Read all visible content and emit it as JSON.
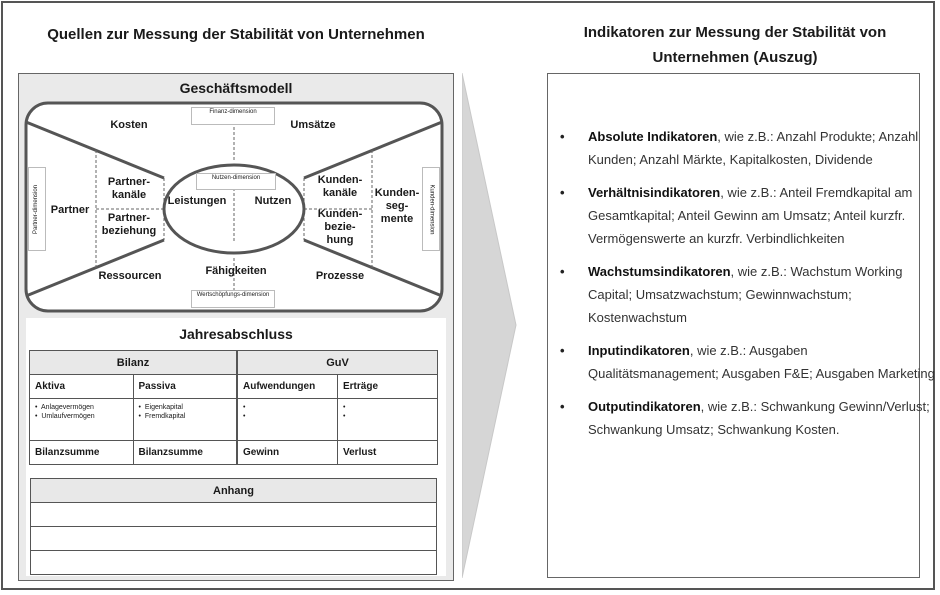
{
  "left_title": "Quellen zur Messung der Stabilität von Unternehmen",
  "right_title": "Indikatoren zur Messung der Stabilität von Unternehmen (Auszug)",
  "business_model": {
    "title": "Geschäftsmodell",
    "kosten": "Kosten",
    "umsaetze": "Umsätze",
    "partner": "Partner",
    "partnerkanaele": "Partner-kanäle",
    "partnerbeziehung": "Partner-beziehung",
    "leistungen": "Leistungen",
    "nutzen": "Nutzen",
    "kundenkanaele": "Kunden-kanäle",
    "kundenbeziehung": "Kunden-bezie-hung",
    "kundensegmente": "Kunden-seg-mente",
    "ressourcen": "Ressourcen",
    "faehigkeiten": "Fähigkeiten",
    "prozesse": "Prozesse",
    "finanzdimension": "Finanz-dimension",
    "nutzendimension": "Nutzen-dimension",
    "wertschoepfungsdimension": "Wertschöpfungs-dimension",
    "partnerdimension": "Partner-dimension",
    "kundendimension": "Kunden-dimension"
  },
  "annual_statement": {
    "title": "Jahresabschluss",
    "bilanz": {
      "title": "Bilanz",
      "aktiva": "Aktiva",
      "passiva": "Passiva",
      "aktiva_items": [
        "Anlagevermögen",
        "Umlaufvermögen"
      ],
      "passiva_items": [
        "Eigenkapital",
        "Fremdkapital"
      ],
      "sum_left": "Bilanzsumme",
      "sum_right": "Bilanzsumme"
    },
    "guv": {
      "title": "GuV",
      "aufwendungen": "Aufwendungen",
      "ertraege": "Erträge",
      "gewinn": "Gewinn",
      "verlust": "Verlust"
    },
    "anhang": "Anhang"
  },
  "indicators": [
    {
      "heading": "Absolute Indikatoren",
      "text": ", wie z.B.: Anzahl Produkte; Anzahl Kunden; Anzahl Märkte, Kapitalkosten, Dividende"
    },
    {
      "heading": "Verhältnisindikatoren",
      "text": ", wie z.B.: Anteil Fremdkapital am Gesamtkapital; Anteil Gewinn am Umsatz; Anteil kurzfr. Vermögenswerte an kurzfr. Verbindlichkeiten"
    },
    {
      "heading": "Wachstumsindikatoren",
      "text": ", wie z.B.: Wachstum Working Capital; Umsatzwachstum; Gewinnwachstum; Kostenwachstum"
    },
    {
      "heading": "Inputindikatoren",
      "text": ", wie z.B.: Ausgaben Qualitätsmanagement; Ausgaben F&E; Ausgaben Marketing"
    },
    {
      "heading": "Outputindikatoren",
      "text": ", wie z.B.: Schwankung Gewinn/Verlust; Schwankung Umsatz; Schwankung Kosten."
    }
  ]
}
